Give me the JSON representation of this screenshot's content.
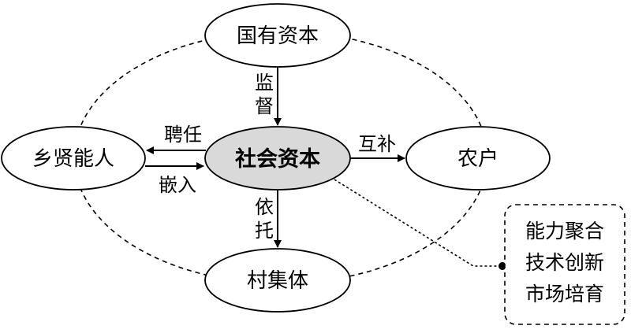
{
  "nodes": {
    "top": "国有资本",
    "left": "乡贤能人",
    "center": "社会资本",
    "right": "农户",
    "bottom": "村集体"
  },
  "edges": {
    "supervise": [
      "监",
      "督"
    ],
    "hire": "聘任",
    "embed": "嵌入",
    "complement": "互补",
    "rely": [
      "依",
      "托"
    ]
  },
  "note_box": {
    "lines": [
      "能力聚合",
      "技术创新",
      "市场培育"
    ]
  },
  "colors": {
    "center_fill": "#d9d9d9",
    "node_fill": "#ffffff",
    "stroke": "#000000"
  }
}
